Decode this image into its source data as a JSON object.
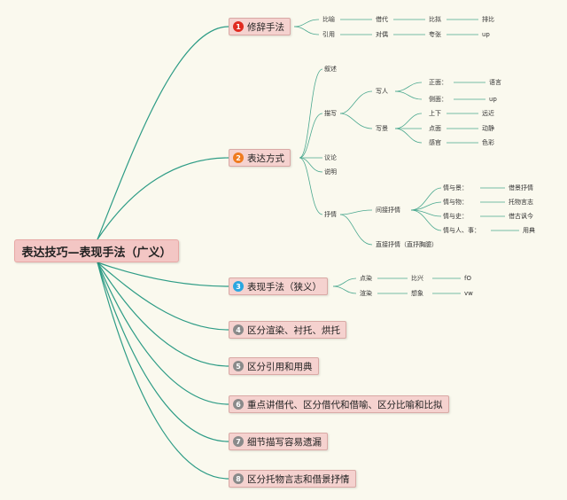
{
  "root": {
    "label": "表达技巧—表现手法（广义）"
  },
  "colors": {
    "badge_red": "#e02b20",
    "badge_orange": "#ef7b1f",
    "badge_blue": "#2aa6e0",
    "badge_gray": "#8a8a8a",
    "branch_line": "#2e9c86",
    "leaf_line": "#4aa88f"
  },
  "branches": [
    {
      "num": "1",
      "label": "修辞手法"
    },
    {
      "num": "2",
      "label": "表达方式"
    },
    {
      "num": "3",
      "label": "表现手法（狭义）"
    },
    {
      "num": "4",
      "label": "区分渲染、衬托、烘托"
    },
    {
      "num": "5",
      "label": "区分引用和用典"
    },
    {
      "num": "6",
      "label": "重点讲借代、区分借代和借喻、区分比喻和比拟"
    },
    {
      "num": "7",
      "label": "细节描写容易遗漏"
    },
    {
      "num": "8",
      "label": "区分托物言志和借景抒情"
    }
  ],
  "rhetoric": {
    "row1": [
      "比喻",
      "借代",
      "比拟",
      "排比"
    ],
    "row2": [
      "引用",
      "对偶",
      "夸张",
      "up"
    ]
  },
  "expression": {
    "narration": "叙述",
    "description": "描写",
    "portrait": "写人",
    "portrait_items": [
      {
        "k": "正面：",
        "v": "语言"
      },
      {
        "k": "侧面：",
        "v": "up"
      }
    ],
    "scenery": "写景",
    "scenery_items": [
      {
        "k": "上下",
        "v": "远近"
      },
      {
        "k": "点面",
        "v": "动静"
      },
      {
        "k": "感官",
        "v": "色彩"
      }
    ],
    "argument": "议论",
    "exposition": "说明",
    "lyric": "抒情",
    "indirect": "间接抒情",
    "indirect_items": [
      {
        "k": "情与景：",
        "v": "借景抒情"
      },
      {
        "k": "情与物：",
        "v": "托物言志"
      },
      {
        "k": "情与史：",
        "v": "借古讽今"
      },
      {
        "k": "情与人、事：",
        "v": "用典"
      }
    ],
    "direct": "直接抒情（直抒胸臆）"
  },
  "narrow": {
    "row1": [
      "点染",
      "比兴",
      "fO"
    ],
    "row2": [
      "渲染",
      "想象",
      "vw"
    ]
  }
}
